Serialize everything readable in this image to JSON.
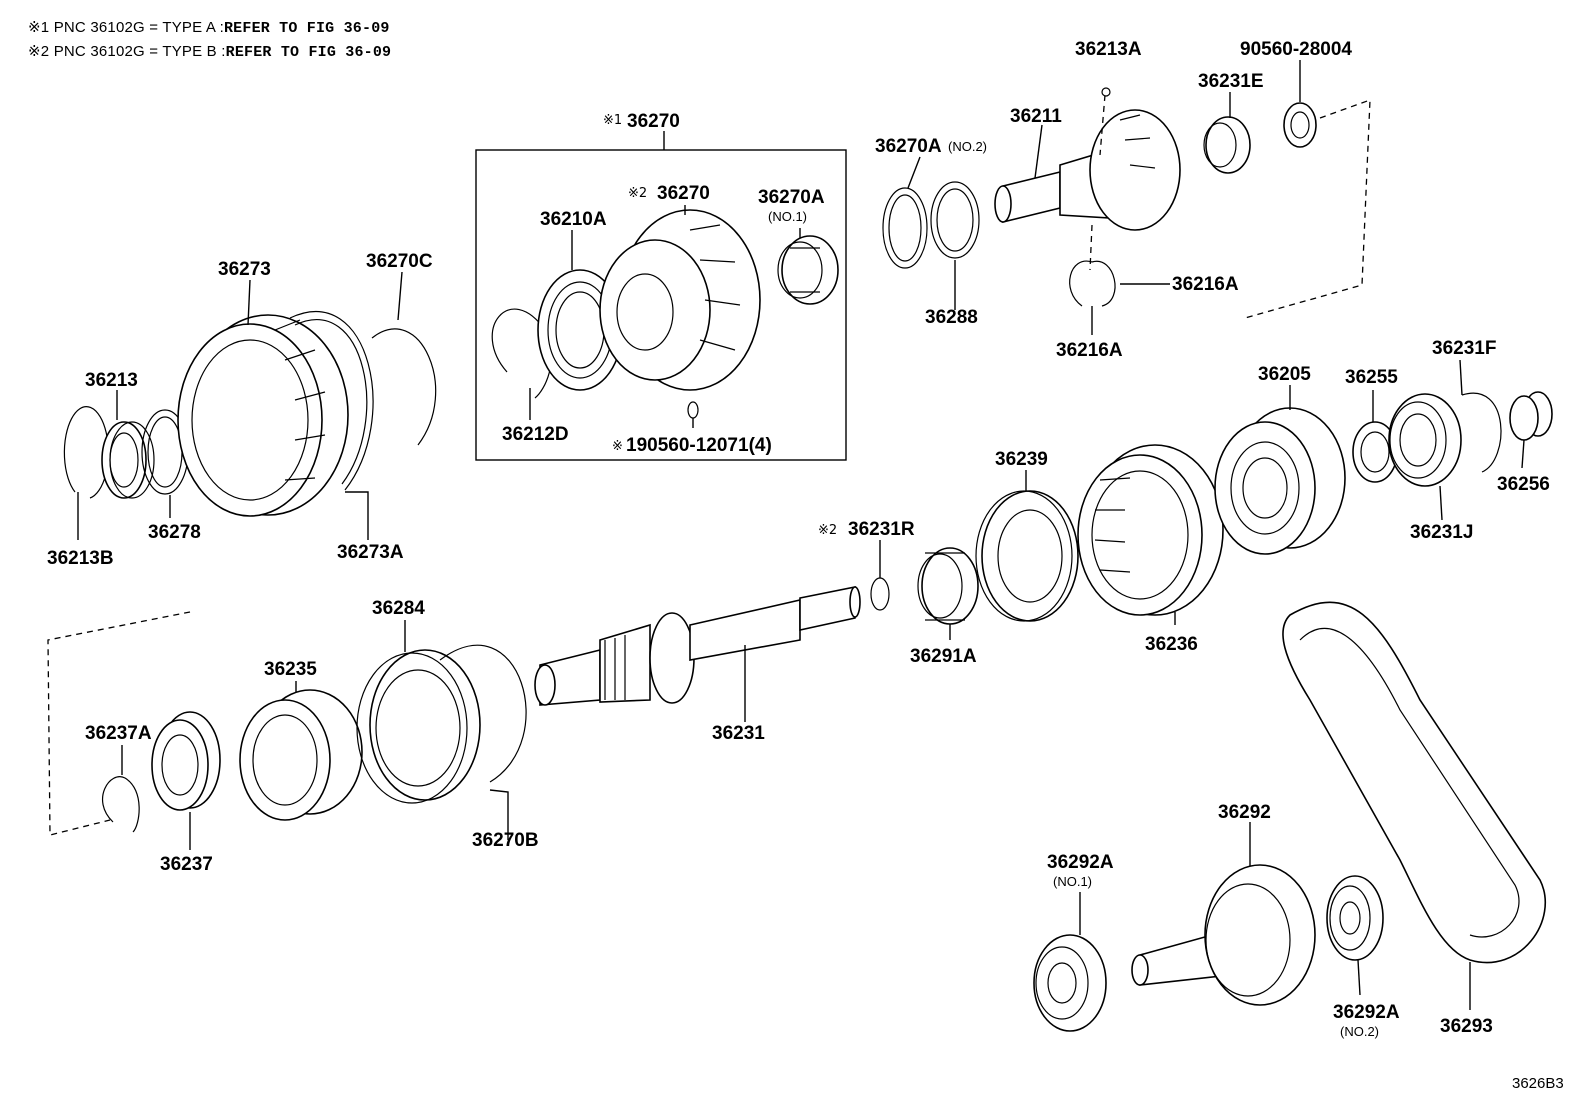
{
  "notes": [
    {
      "mark": "※1",
      "text": "PNC 36102G = TYPE A :",
      "ref": "REFER TO FIG 36-09"
    },
    {
      "mark": "※2",
      "text": "PNC 36102G = TYPE B :",
      "ref": "REFER TO FIG 36-09"
    }
  ],
  "group_box": {
    "mark": "※1",
    "label": "36270"
  },
  "labels": {
    "p36273": "36273",
    "p36270C": "36270C",
    "p36213": "36213",
    "p36278": "36278",
    "p36213B": "36213B",
    "p36273A": "36273A",
    "p36210A": "36210A",
    "p36270_inner": "36270",
    "p36270_inner_mark": "※2",
    "p36270A_no1": "36270A",
    "p36270A_no1_sub": "(NO.1)",
    "p36212D": "36212D",
    "p90560": "190560-12071(4)",
    "p90560_mark": "※",
    "p36270A_no2": "36270A",
    "p36270A_no2_sub": "(NO.2)",
    "p36288": "36288",
    "p36211": "36211",
    "p36213A": "36213A",
    "p36231E": "36231E",
    "p90560_28004": "90560-28004",
    "p36216A_a": "36216A",
    "p36216A_b": "36216A",
    "p36239": "36239",
    "p36231R": "36231R",
    "p36231R_mark": "※2",
    "p36291A": "36291A",
    "p36236": "36236",
    "p36205": "36205",
    "p36255": "36255",
    "p36231F": "36231F",
    "p36256": "36256",
    "p36231J": "36231J",
    "p36284": "36284",
    "p36235": "36235",
    "p36237A": "36237A",
    "p36237": "36237",
    "p36270B": "36270B",
    "p36231": "36231",
    "p36292": "36292",
    "p36292A_no1": "36292A",
    "p36292A_no1_sub": "(NO.1)",
    "p36292A_no2": "36292A",
    "p36292A_no2_sub": "(NO.2)",
    "p36293": "36293"
  },
  "figure_code": "3626B3"
}
